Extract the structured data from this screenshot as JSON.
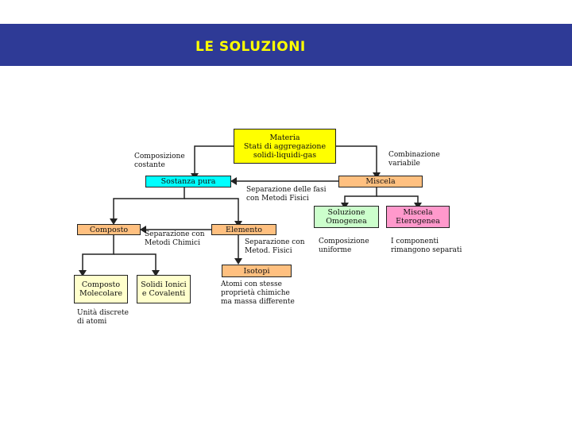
{
  "header": {
    "title": "LE SOLUZIONI",
    "background": "#2e3a96",
    "title_color": "#ffff00"
  },
  "colors": {
    "yellow": "#ffff00",
    "cyan": "#00ffff",
    "peach": "#ffc080",
    "light_yellow": "#ffffcc",
    "light_green": "#ccffcc",
    "pink": "#ff99cc",
    "line": "#222222"
  },
  "boxes": {
    "materia": "Materia\nStati di aggregazione\nsolidi-liquidi-gas",
    "sostanza_pura": "Sostanza pura",
    "miscela": "Miscela",
    "soluzione_omogenea": "Soluzione\nOmogenea",
    "miscela_eterogenea": "Miscela\nEterogenea",
    "composto": "Composto",
    "elemento": "Elemento",
    "isotopi": "Isotopi",
    "composto_molecolare": "Composto\nMolecolare",
    "solidi_ionici": "Solidi Ionici\ne Covalenti"
  },
  "labels": {
    "composizione_costante": "Composizione\ncostante",
    "combinazione_variabile": "Combinazione\nvariabile",
    "separazione_fasi": "Separazione delle fasi\ncon Metodi Fisici",
    "separazione_chimici": "Separazione con\nMetodi Chimici",
    "separazione_fisici": "Separazione con\nMetod. Fisici",
    "composizione_uniforme": "Composizione\nuniforme",
    "componenti_separati": "I componenti\nrimangono separati",
    "atomi_stesse_proprieta": "Atomi con stesse\nproprietà chimiche\nma massa differente",
    "unita_discrete": "Unità discrete\ndi atomi"
  }
}
